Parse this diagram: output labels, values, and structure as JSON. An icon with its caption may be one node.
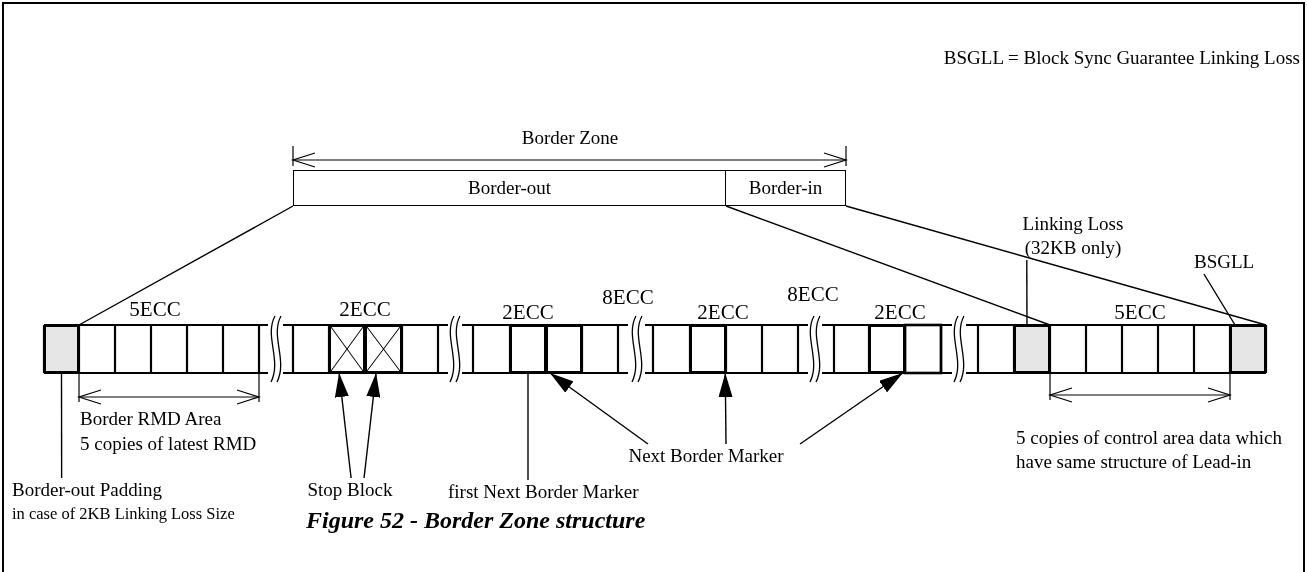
{
  "diagram": {
    "caption": "Figure 52 - Border Zone structure",
    "nodes": [
      {
        "text": [
          "Border-out"
        ]
      },
      {
        "text": [
          "Border-in"
        ]
      },
      {
        "text": [
          "Linking Loss (32KB only)"
        ]
      },
      {
        "text": [
          "BSGLL"
        ]
      },
      {
        "text": [],
        "shape": "box"
      },
      {
        "text": [],
        "shape": "box"
      },
      {
        "text": [],
        "shape": "box"
      },
      {
        "text": [],
        "shape": "box"
      },
      {
        "text": [],
        "shape": "box"
      },
      {
        "text": [],
        "shape": "box"
      },
      {
        "text": [],
        "shape": "box"
      },
      {
        "text": [],
        "shape": "box"
      },
      {
        "text": [],
        "shape": "box"
      },
      {
        "text": [
          "Border-out Padding",
          "in case of 2KB Linking Loss Size"
        ]
      },
      {
        "text": [
          "Stop Block"
        ]
      },
      {
        "text": [
          "first Next Border Marker"
        ]
      },
      {
        "text": [
          "Next Border Marker"
        ]
      }
    ],
    "edges": [
      {
        "from": 13,
        "to": 4,
        "arrow": "none"
      },
      {
        "from": 14,
        "to": 5,
        "arrow": "to"
      },
      {
        "from": 14,
        "to": 6,
        "arrow": "to"
      },
      {
        "from": 15,
        "to": 7,
        "arrow": "none"
      },
      {
        "from": 16,
        "to": 8,
        "arrow": "to"
      },
      {
        "from": 16,
        "to": 9,
        "arrow": "to"
      },
      {
        "from": 16,
        "to": 10,
        "arrow": "to"
      },
      {
        "from": 2,
        "to": 11,
        "arrow": "none"
      },
      {
        "from": 3,
        "to": 12,
        "arrow": "none"
      },
      {
        "from": 0,
        "to": 4,
        "arrow": "none"
      },
      {
        "from": 1,
        "to": 11,
        "arrow": "none"
      },
      {
        "from": 1,
        "to": 12,
        "arrow": "none"
      }
    ],
    "labels": [
      "BSGLL = Block Sync Guarantee Linking Loss",
      "Border Zone",
      "5ECC",
      "2ECC",
      "2ECC",
      "8ECC",
      "2ECC",
      "8ECC",
      "2ECC",
      "5ECC",
      "Border RMD Area",
      "5 copies of latest RMD",
      "5 copies of control area data which have same structure of Lead-in"
    ]
  }
}
